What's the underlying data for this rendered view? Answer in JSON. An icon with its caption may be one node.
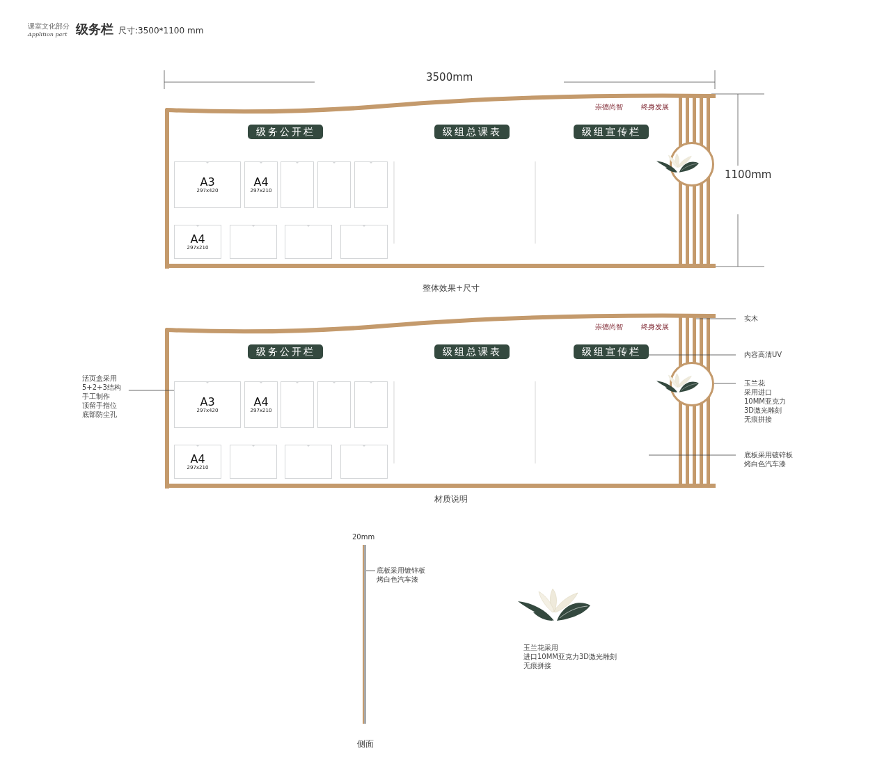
{
  "diagram": {
    "title": "级务栏",
    "nodes": [
      {
        "text": [],
        "shape": "box",
        "beside": [
          "整体效果+尺寸"
        ]
      },
      {
        "text": [
          "级务公开栏"
        ],
        "in": 0
      },
      {
        "text": [
          "级组总课表"
        ],
        "in": 0
      },
      {
        "text": [
          "级组宣传栏"
        ],
        "in": 0
      },
      {
        "text": [
          "A3",
          "297x420"
        ],
        "in": 0
      },
      {
        "text": [
          "A4",
          "297x210"
        ],
        "in": 0
      },
      {
        "text": [],
        "shape": "box",
        "in": 0
      },
      {
        "text": [],
        "shape": "box",
        "in": 0
      },
      {
        "text": [],
        "shape": "box",
        "in": 0
      },
      {
        "text": [
          "A4",
          "297x210"
        ],
        "in": 0
      },
      {
        "text": [],
        "shape": "box",
        "in": 0
      },
      {
        "text": [],
        "shape": "box",
        "in": 0
      },
      {
        "text": [],
        "shape": "box",
        "in": 0
      },
      {
        "text": [],
        "shape": "circle",
        "in": 0
      },
      {
        "text": [],
        "shape": "box",
        "beside": [
          "材质说明"
        ]
      },
      {
        "text": [
          "级务公开栏"
        ],
        "in": 14
      },
      {
        "text": [
          "级组总课表"
        ],
        "in": 14
      },
      {
        "text": [
          "级组宣传栏"
        ],
        "in": 14
      },
      {
        "text": [
          "A3",
          "297x420"
        ],
        "in": 14
      },
      {
        "text": [
          "A4",
          "297x210"
        ],
        "in": 14
      },
      {
        "text": [],
        "shape": "box",
        "in": 14
      },
      {
        "text": [],
        "shape": "box",
        "in": 14
      },
      {
        "text": [],
        "shape": "box",
        "in": 14
      },
      {
        "text": [
          "A4",
          "297x210"
        ],
        "in": 14
      },
      {
        "text": [],
        "shape": "box",
        "in": 14
      },
      {
        "text": [],
        "shape": "box",
        "in": 14
      },
      {
        "text": [],
        "shape": "box",
        "in": 14
      },
      {
        "text": [],
        "shape": "circle",
        "in": 14
      },
      {
        "text": [
          "实木"
        ]
      },
      {
        "text": [
          "内容高清UV"
        ]
      },
      {
        "text": [
          "玉兰花",
          "采用进口",
          "10MM亚克力",
          "3D激光雕刻",
          "无痕拼接"
        ]
      },
      {
        "text": [
          "底板采用镀锌板",
          "烤白色汽车漆"
        ]
      },
      {
        "text": [
          "活页盒采用",
          "5+2+3结构",
          "手工制作",
          "顶留手指位",
          "底部防尘孔"
        ]
      },
      {
        "text": [],
        "shape": "bar",
        "beside": [
          "侧面"
        ]
      },
      {
        "text": [
          "底板采用镀锌板",
          "烤白色汽车漆"
        ]
      },
      {
        "text": [],
        "shape": "picture",
        "beside": [
          "玉兰花采用",
          "进口10MM亚克力3D激光雕刻",
          "无痕拼接"
        ]
      }
    ],
    "edges": [
      {
        "from": 32,
        "to": 18,
        "arrow": "none"
      },
      {
        "from": 28,
        "to": 14,
        "arrow": "none"
      },
      {
        "from": 29,
        "to": 17,
        "arrow": "none"
      },
      {
        "from": 30,
        "to": 27,
        "arrow": "none"
      },
      {
        "from": 31,
        "to": 14,
        "arrow": "none"
      },
      {
        "from": 34,
        "to": 33,
        "arrow": "none"
      }
    ],
    "labels": [
      "课室文化部分",
      "Applition part",
      "尺寸:3500*1100 mm",
      "3500mm",
      "1100mm",
      "崇德尚智",
      "终身发展",
      "崇德尚智",
      "终身发展",
      "20mm"
    ]
  }
}
